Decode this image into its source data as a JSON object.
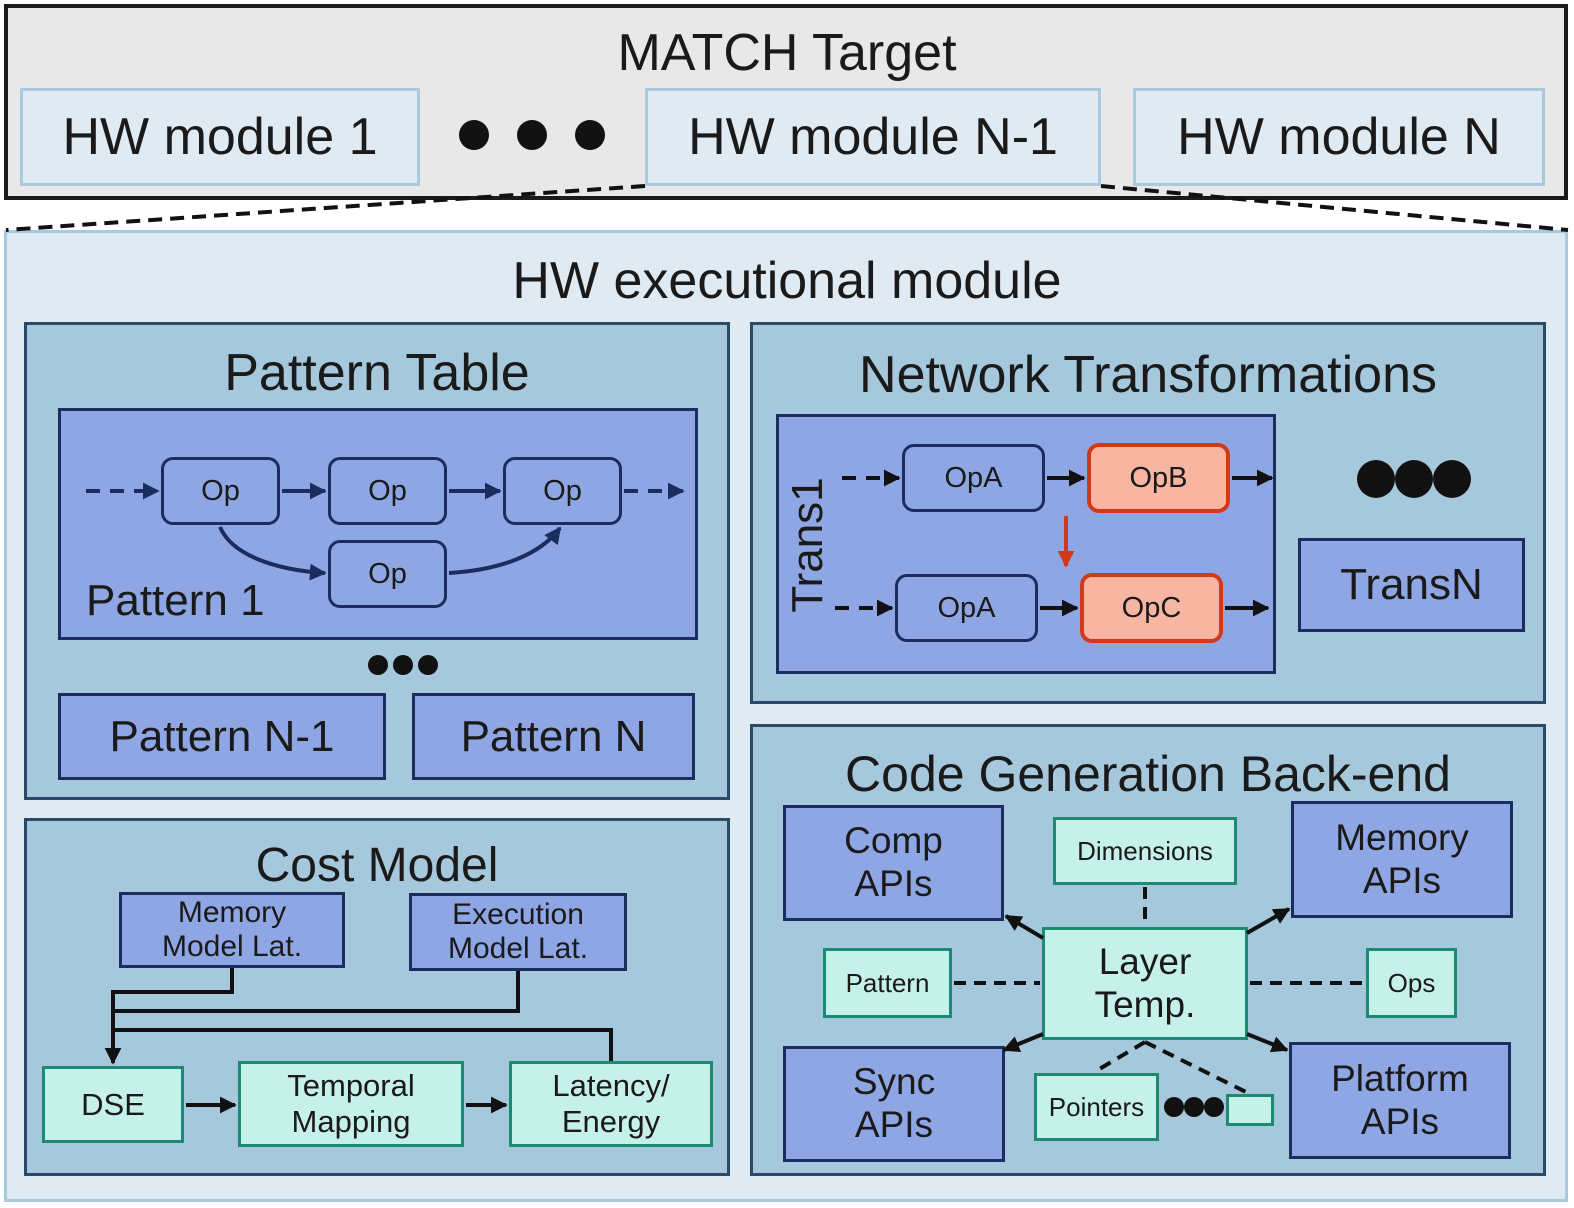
{
  "target": {
    "title": "MATCH Target",
    "modules": [
      "HW module 1",
      "HW module N-1",
      "HW module N"
    ]
  },
  "module": {
    "title": "HW executional module"
  },
  "pattern_table": {
    "title": "Pattern Table",
    "op_label": "Op",
    "pattern1_label": "Pattern 1",
    "patterns": [
      "Pattern N-1",
      "Pattern N"
    ]
  },
  "network_transformations": {
    "title": "Network Transformations",
    "trans1_label": "Trans1",
    "ops": {
      "a": "OpA",
      "b": "OpB",
      "c": "OpC"
    },
    "transN_label": "TransN"
  },
  "cost_model": {
    "title": "Cost Model",
    "memory_model": "Memory Model Lat.",
    "execution_model": "Execution Model Lat.",
    "dse": "DSE",
    "temporal_mapping": "Temporal Mapping",
    "latency_energy": "Latency/ Energy"
  },
  "code_generation": {
    "title": "Code Generation Back-end",
    "comp_apis": "Comp APIs",
    "memory_apis": "Memory APIs",
    "sync_apis": "Sync APIs",
    "platform_apis": "Platform APIs",
    "dimensions": "Dimensions",
    "pattern": "Pattern",
    "ops": "Ops",
    "pointers": "Pointers",
    "layer_temp": "Layer Temp."
  },
  "colors": {
    "panel": "#a6c8dc",
    "dark_box": "#8ea6e3",
    "cyan_box": "#c6f1ea",
    "red_box": "#f8b6a2",
    "red_stroke": "#d03a1a"
  }
}
